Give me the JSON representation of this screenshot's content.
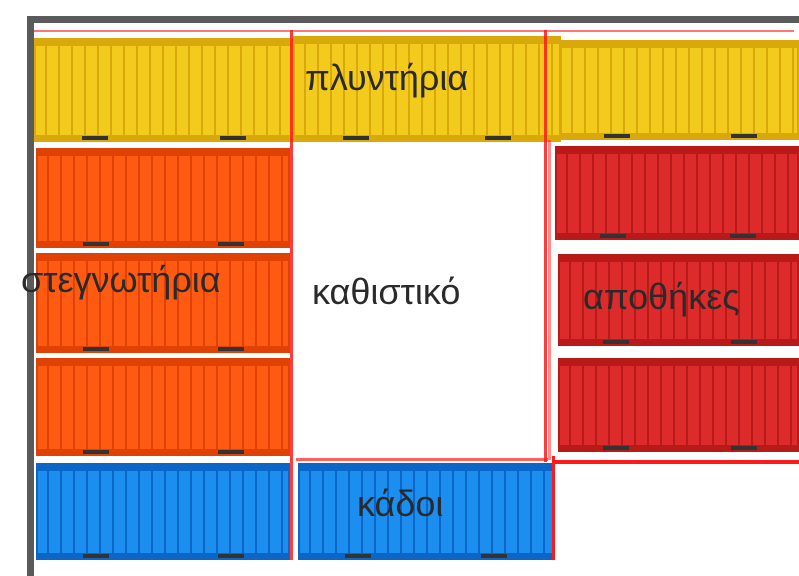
{
  "labels": {
    "washers": "πλυντήρια",
    "dryers": "στεγνωτήρια",
    "seating": "καθιστικό",
    "storage": "αποθήκες",
    "bins": "κάδοι"
  },
  "colors": {
    "yellow": "#f2cb1d",
    "yellow_rib": "#d9a80a",
    "orange": "#ff5a12",
    "orange_rib": "#e04206",
    "red": "#dd2b2b",
    "red_rib": "#b81919",
    "blue": "#1b8ef0",
    "blue_rib": "#0b66c8",
    "outline": "#ff1a1a",
    "frame": "#5a5a5a"
  }
}
